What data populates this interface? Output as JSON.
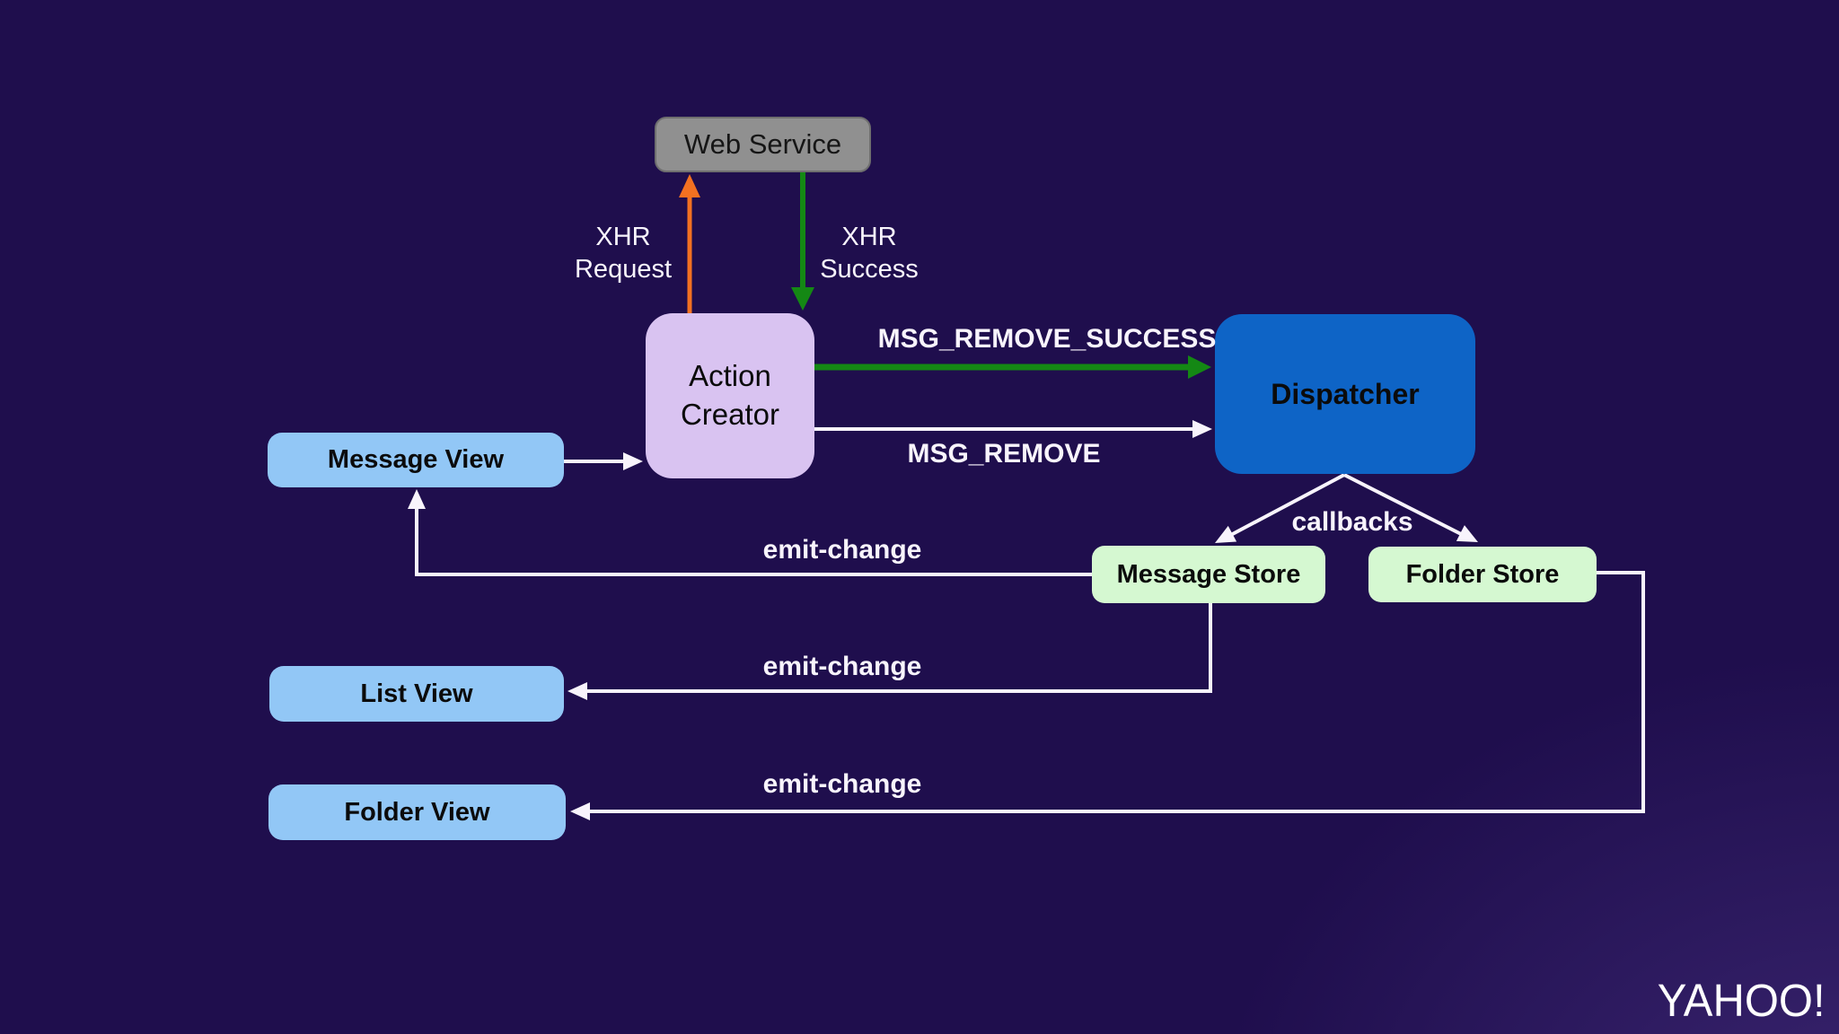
{
  "colors": {
    "background": "#1f0e4d",
    "background_corner_glow": "#3a2570",
    "web_service_fill": "#909090",
    "web_service_border": "#6f6f6f",
    "action_creator_fill": "#d9c3f1",
    "dispatcher_fill": "#0e64c6",
    "view_fill": "#92c7f6",
    "store_fill": "#d5f8d1",
    "node_text": "#0b0b0b",
    "label_text": "#f8f4fc",
    "arrow_white": "#f8f4fc",
    "arrow_green": "#148814",
    "arrow_orange": "#f37121"
  },
  "nodes": {
    "web_service": {
      "label": "Web Service"
    },
    "action_creator": {
      "label": "Action\nCreator"
    },
    "dispatcher": {
      "label": "Dispatcher"
    },
    "message_view": {
      "label": "Message View"
    },
    "list_view": {
      "label": "List View"
    },
    "folder_view": {
      "label": "Folder View"
    },
    "message_store": {
      "label": "Message Store"
    },
    "folder_store": {
      "label": "Folder Store"
    }
  },
  "edge_labels": {
    "xhr_request": "XHR\nRequest",
    "xhr_success": "XHR\nSuccess",
    "msg_remove_success": "MSG_REMOVE_SUCCESS",
    "msg_remove": "MSG_REMOVE",
    "callbacks": "callbacks",
    "emit_change_message_view": "emit-change",
    "emit_change_list_view": "emit-change",
    "emit_change_folder_view": "emit-change"
  },
  "branding": {
    "logo_text": "YAHOO!"
  }
}
